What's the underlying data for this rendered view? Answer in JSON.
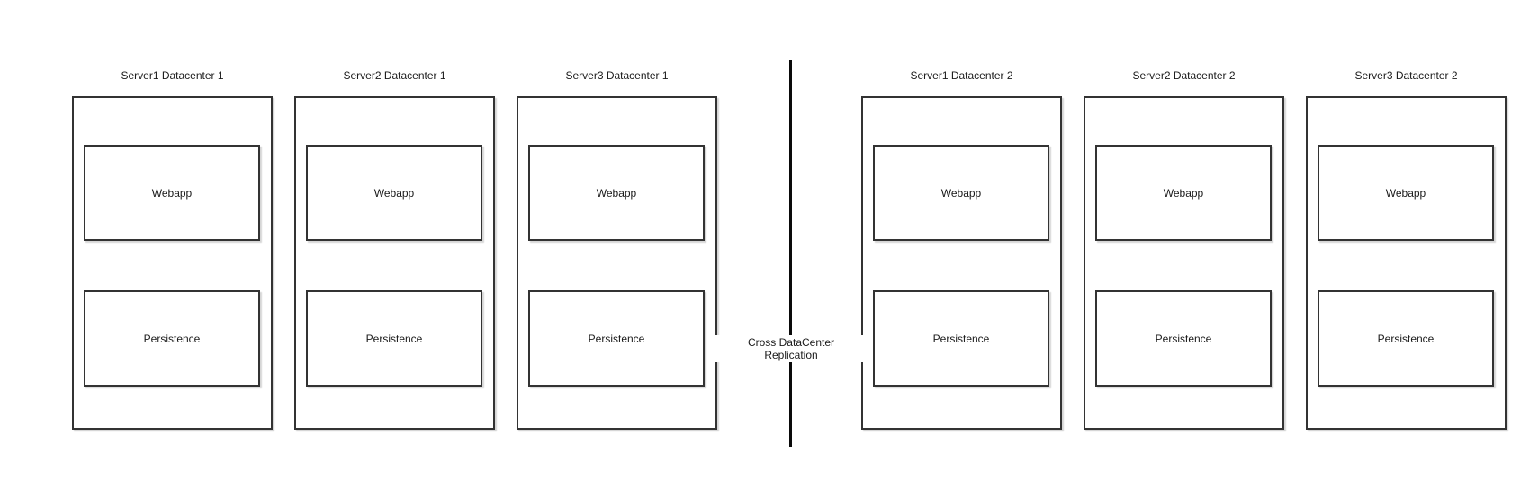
{
  "diagram": {
    "background_color": "#ffffff",
    "box_border_color": "#333333",
    "divider_color": "#0a0a0a",
    "arrow_color": "#4d4d4d",
    "arrowhead_color": "#1a1a1a",
    "datacenters": [
      {
        "name": "Datacenter 1",
        "servers": [
          {
            "title": "Server1 Datacenter 1",
            "components": [
              "Webapp",
              "Persistence"
            ]
          },
          {
            "title": "Server2 Datacenter 1",
            "components": [
              "Webapp",
              "Persistence"
            ]
          },
          {
            "title": "Server3 Datacenter 1",
            "components": [
              "Webapp",
              "Persistence"
            ]
          }
        ]
      },
      {
        "name": "Datacenter 2",
        "servers": [
          {
            "title": "Server1 Datacenter 2",
            "components": [
              "Webapp",
              "Persistence"
            ]
          },
          {
            "title": "Server2 Datacenter 2",
            "components": [
              "Webapp",
              "Persistence"
            ]
          },
          {
            "title": "Server3 Datacenter 2",
            "components": [
              "Webapp",
              "Persistence"
            ]
          }
        ]
      }
    ],
    "replication": {
      "label_line1": "Cross DataCenter",
      "label_line2": "Replication"
    }
  }
}
